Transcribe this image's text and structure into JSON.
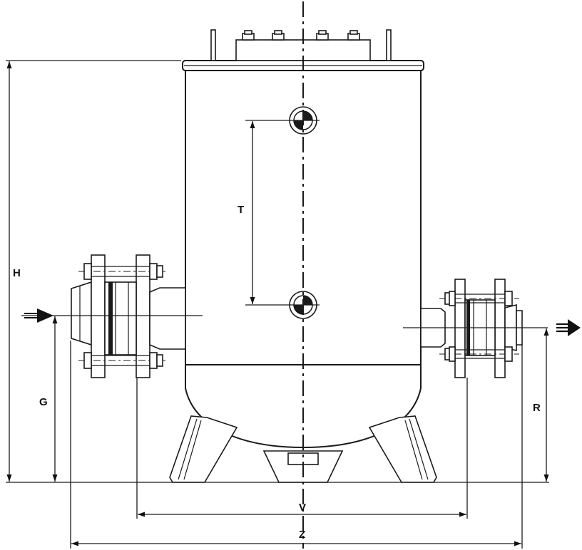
{
  "dimensions": {
    "H": "H",
    "G": "G",
    "T": "T",
    "R": "R",
    "V": "V",
    "Z": "Z"
  },
  "colors": {
    "line": "#1a1a1a",
    "background": "#ffffff"
  },
  "icons": [
    "inlet-arrow-icon",
    "outlet-double-arrow-icon",
    "sensor-port-icon"
  ]
}
